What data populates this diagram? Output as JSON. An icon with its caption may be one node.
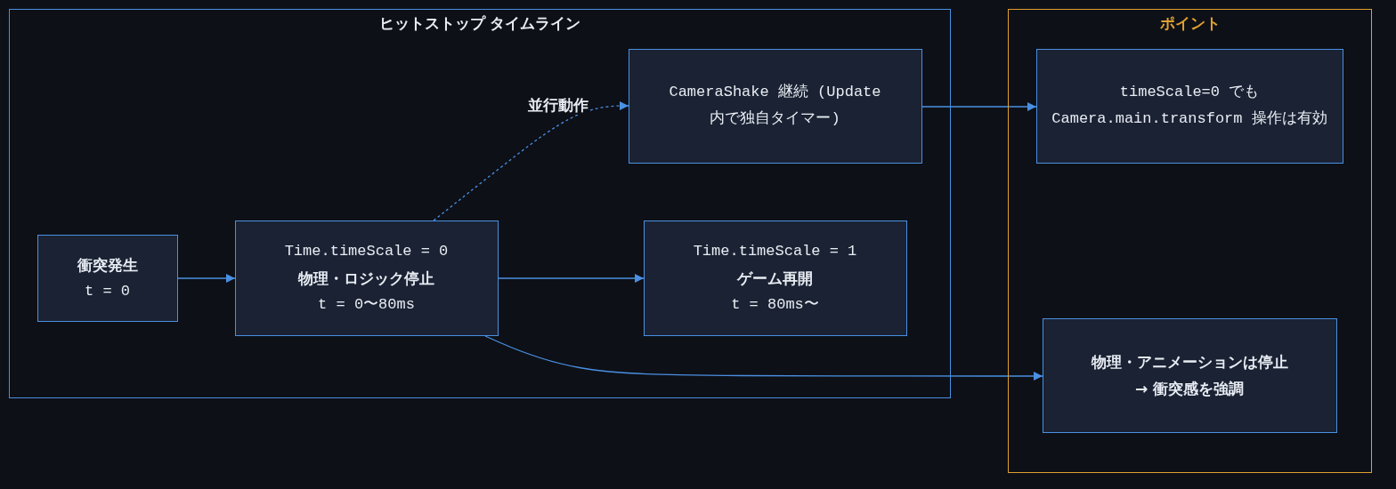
{
  "diagram": {
    "nodes": [
      {
        "text": [
          "ヒットストップ タイムライン"
        ]
      },
      {
        "text": [
          "衝突発生",
          "t = 0"
        ],
        "in": 0
      },
      {
        "text": [
          "Time.timeScale = 0",
          "物理・ロジック停止",
          "t = 0〜80ms"
        ],
        "in": 0
      },
      {
        "text": [
          "CameraShake 継続 (Update内で独自タイマー)"
        ],
        "in": 0
      },
      {
        "text": [
          "Time.timeScale = 1",
          "ゲーム再開",
          "t = 80ms〜"
        ],
        "in": 0
      },
      {
        "text": [
          "ポイント"
        ]
      },
      {
        "text": [
          "timeScale=0 でも Camera.main.transform 操作は有効"
        ],
        "in": 5
      },
      {
        "text": [
          "物理・アニメーションは停止 → 衝突感を強調"
        ],
        "in": 5
      }
    ],
    "edges": [
      {
        "from": 1,
        "to": 2,
        "arrow": "to"
      },
      {
        "from": 2,
        "to": 4,
        "arrow": "to"
      },
      {
        "from": 2,
        "to": 3,
        "arrow": "to",
        "label": "並行動作",
        "style": "dashed"
      },
      {
        "from": 3,
        "to": 6,
        "arrow": "to"
      },
      {
        "from": 2,
        "to": 7,
        "arrow": "to"
      }
    ]
  }
}
